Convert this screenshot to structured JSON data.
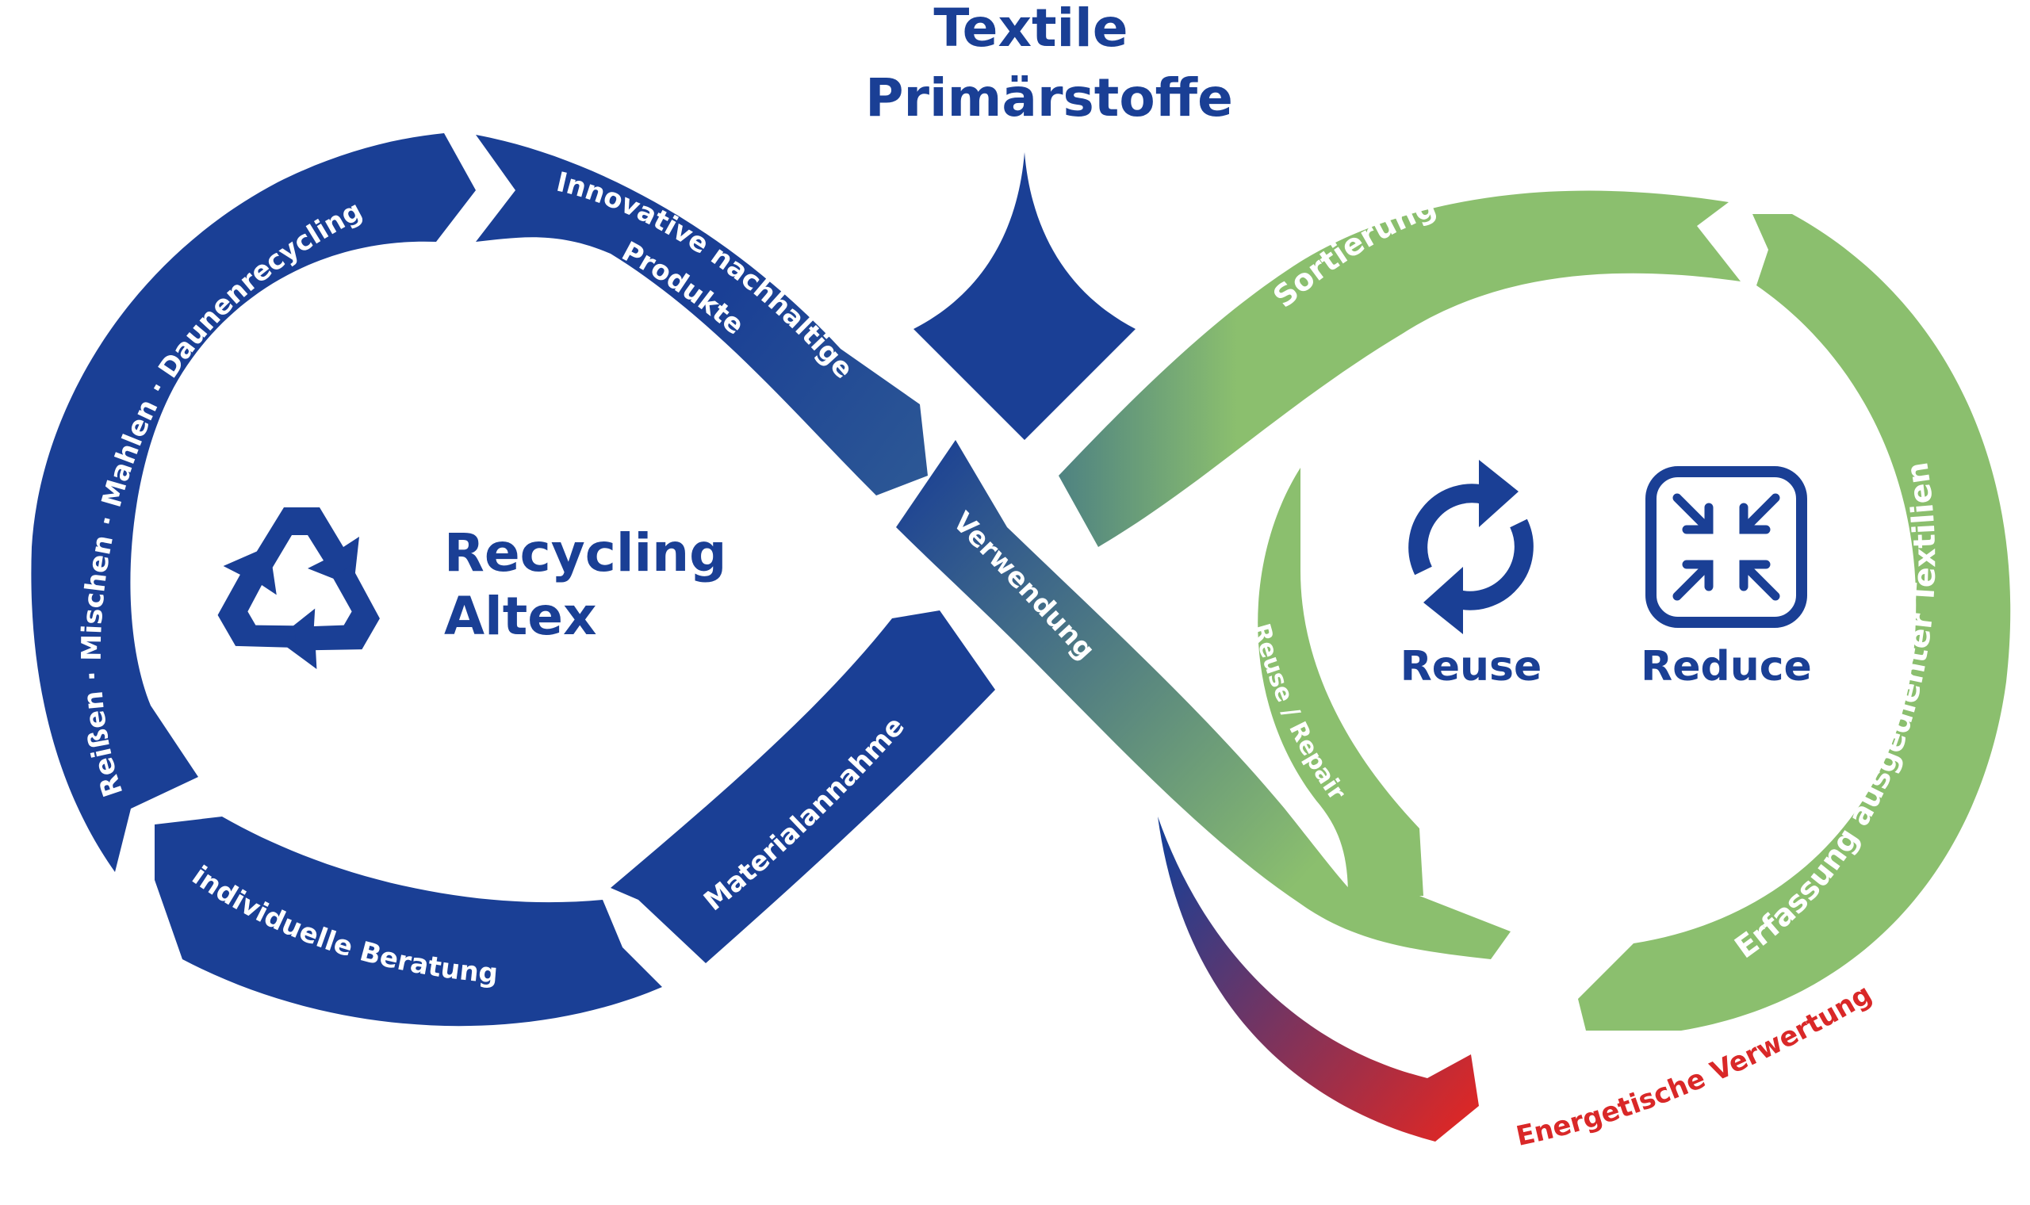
{
  "title": {
    "line1": "Textile",
    "line2": "Primärstoffe"
  },
  "left_loop": {
    "center_line1": "Recycling",
    "center_line2": "Altex",
    "icon": "recycle-icon",
    "segments": {
      "process": "Reißen · Mischen · Mahlen · Daunenrecycling",
      "products_line1": "Innovative nachhaltige",
      "products_line2": "Produkte",
      "intake": "Materialannahme",
      "consulting": "individuelle Beratung"
    }
  },
  "crossing": {
    "label": "Verwendung"
  },
  "right_loop": {
    "sorting": "Sortierung",
    "collection": "Erfassung ausgedienter Textilien",
    "reuse_repair": "Reuse / Repair",
    "reuse_caption": "Reuse",
    "reuse_icon": "sync-arrows-icon",
    "reduce_caption": "Reduce",
    "reduce_icon": "compress-arrows-icon"
  },
  "energy": {
    "label": "Energetische Verwertung"
  },
  "colors": {
    "blue": "#1a3f95",
    "green": "#8bbf6e",
    "red": "#d92828",
    "white": "#ffffff"
  }
}
